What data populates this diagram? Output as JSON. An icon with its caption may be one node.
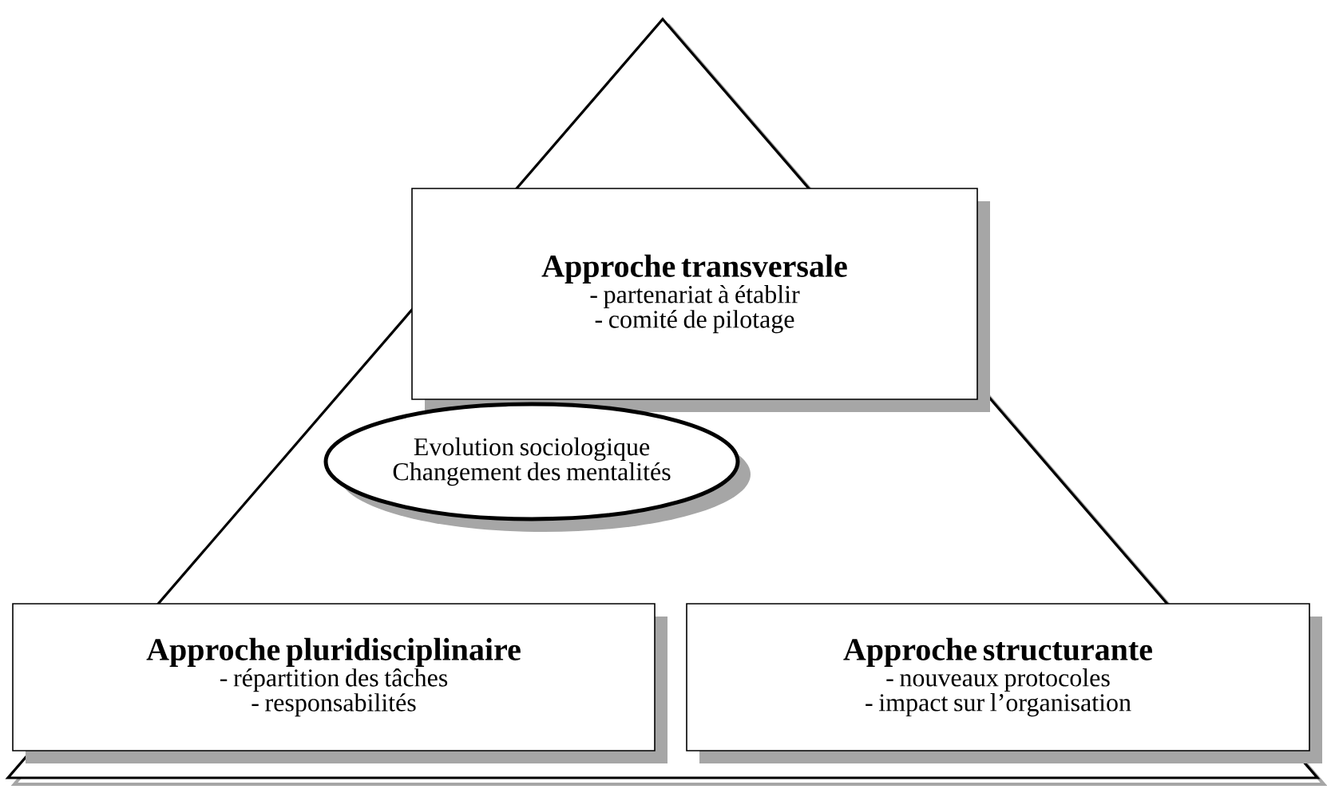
{
  "diagram": {
    "nodes": [
      {
        "text": [
          "Approche transversale",
          "- partenariat à établir",
          "- comité de pilotage"
        ]
      },
      {
        "text": [
          "Evolution sociologique Changement des mentalités"
        ]
      },
      {
        "text": [
          "Approche pluridisciplinaire",
          "- répartition des tâches",
          "- responsabilités"
        ]
      },
      {
        "text": [
          "Approche structurante",
          "- nouveaux protocoles",
          "- impact sur l’organisation"
        ]
      }
    ]
  }
}
